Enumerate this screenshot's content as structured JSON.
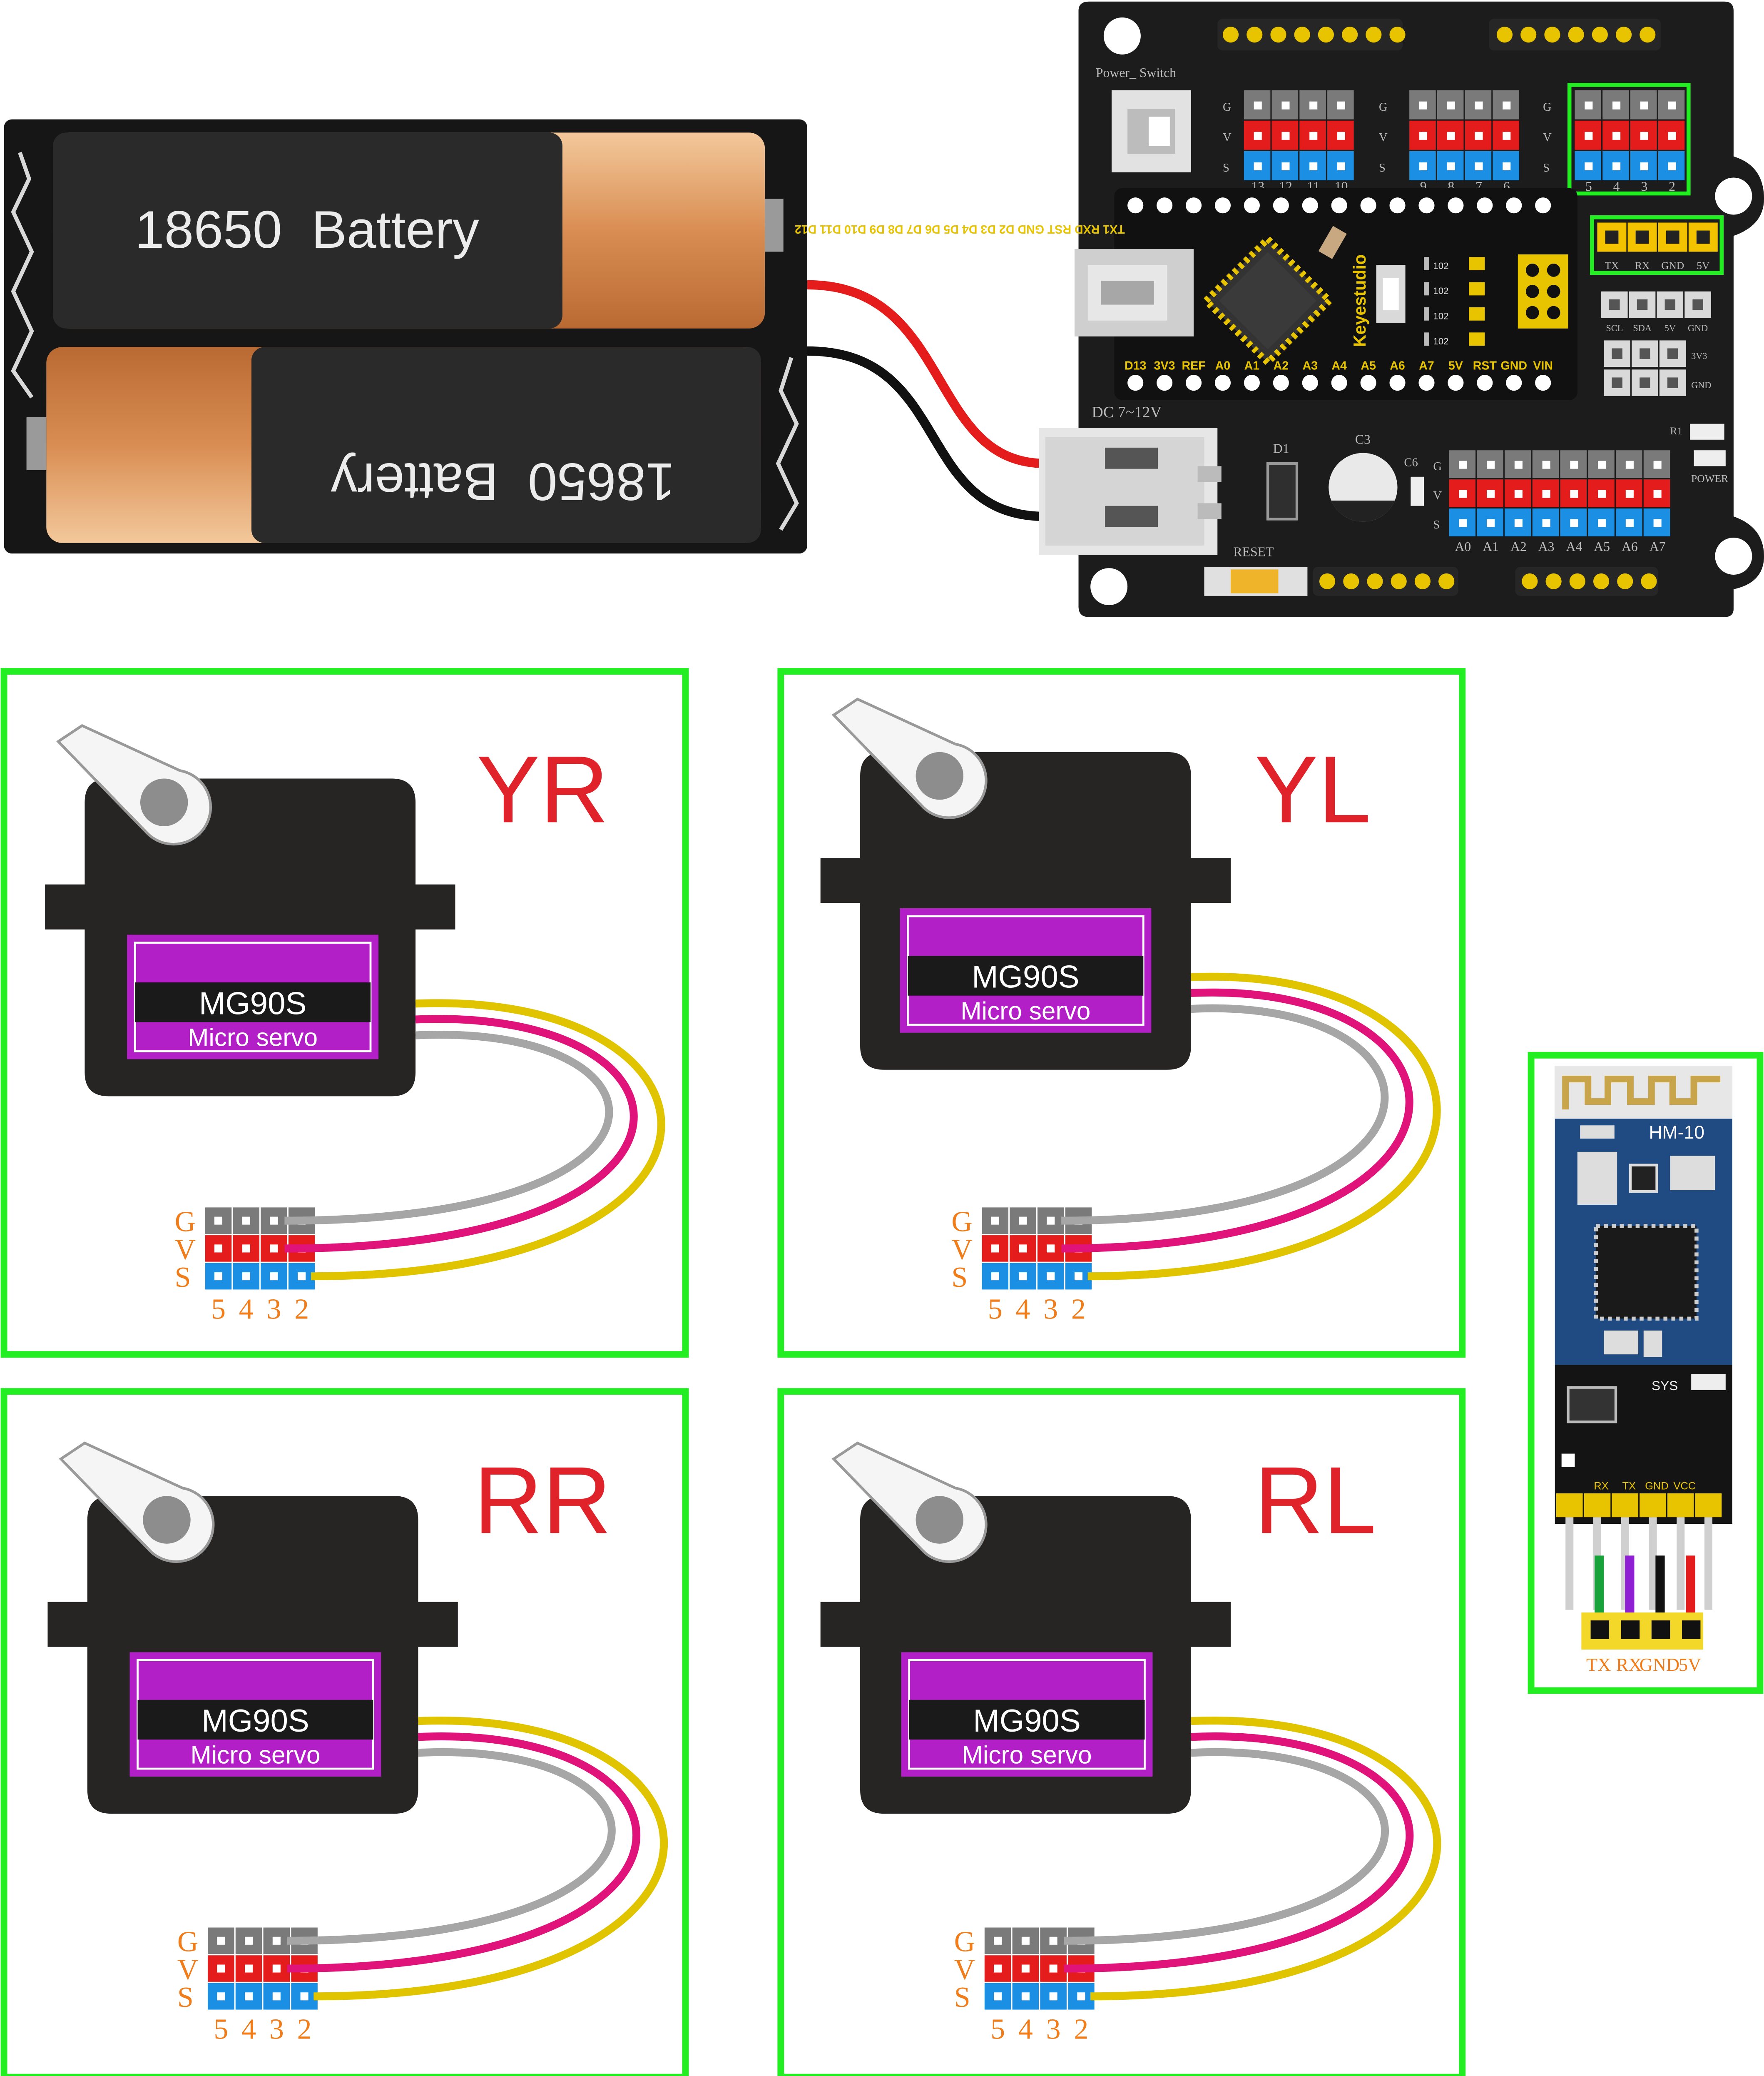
{
  "battery_pack": {
    "cell_top_label": "18650  Battery",
    "cell_bottom_label": "18650  Battery"
  },
  "board": {
    "brand": "Keyestudio",
    "power_switch_label": "Power_ Switch",
    "dc_label": "DC 7~12V",
    "reset_label": "RESET",
    "power_label": "POWER",
    "r1_label": "R1",
    "d1_label": "D1",
    "c3_label": "C3",
    "c6_label": "C6",
    "gvs_letters": [
      "G",
      "V",
      "S"
    ],
    "header_group_1_pins": [
      "13",
      "12",
      "11",
      "10"
    ],
    "header_group_2_pins": [
      "9",
      "8",
      "7",
      "6"
    ],
    "header_group_3_pins": [
      "5",
      "4",
      "3",
      "2"
    ],
    "uart_pins": [
      "TX",
      "RX",
      "GND",
      "5V"
    ],
    "i2c_pins": [
      "SCL",
      "SDA",
      "5V",
      "GND"
    ],
    "side_pins": [
      "3V3",
      "GND"
    ],
    "analog_pins": [
      "A0",
      "A1",
      "A2",
      "A3",
      "A4",
      "A5",
      "A6",
      "A7"
    ],
    "nano_top_row": "TX1 RXD RST GND D2 D3 D4 D5 D6 D7 D8 D9 D10 D11 D12",
    "nano_bottom_row": [
      "D13",
      "3V3",
      "REF",
      "A0",
      "A1",
      "A2",
      "A3",
      "A4",
      "A5",
      "A6",
      "A7",
      "5V",
      "RST",
      "GND",
      "VIN"
    ],
    "resistor_labels": [
      "102",
      "102",
      "102",
      "102"
    ]
  },
  "servos": [
    {
      "position": "YR",
      "model": "MG90S",
      "type": "Micro servo",
      "pins": [
        "5",
        "4",
        "3",
        "2"
      ],
      "gvs": [
        "G",
        "V",
        "S"
      ]
    },
    {
      "position": "YL",
      "model": "MG90S",
      "type": "Micro servo",
      "pins": [
        "5",
        "4",
        "3",
        "2"
      ],
      "gvs": [
        "G",
        "V",
        "S"
      ]
    },
    {
      "position": "RR",
      "model": "MG90S",
      "type": "Micro servo",
      "pins": [
        "5",
        "4",
        "3",
        "2"
      ],
      "gvs": [
        "G",
        "V",
        "S"
      ]
    },
    {
      "position": "RL",
      "model": "MG90S",
      "type": "Micro servo",
      "pins": [
        "5",
        "4",
        "3",
        "2"
      ],
      "gvs": [
        "G",
        "V",
        "S"
      ]
    }
  ],
  "bluetooth": {
    "model": "HM-10",
    "sys_label": "SYS",
    "module_pins": [
      "RX",
      "TX",
      "GND",
      "VCC"
    ],
    "connector_pins": [
      "TX",
      "RX",
      "GND",
      "5V"
    ]
  },
  "colors": {
    "highlight_frame": "#22ee22",
    "servo_position_label": "#e0232a",
    "board_pcb": "#1c1c1c",
    "servo_label_purple": "#b31fc7",
    "wire_signal_yellow": "#e0c400",
    "wire_vcc_magenta": "#e0137a",
    "wire_gnd_gray": "#a6a6a6",
    "wire_red": "#e41c1c",
    "pin_label_orange": "#f07d1a"
  }
}
